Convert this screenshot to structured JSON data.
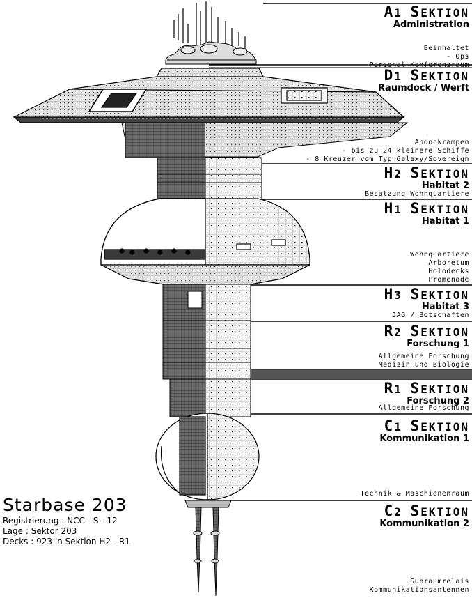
{
  "sections": [
    {
      "id": "a1",
      "code": "A1",
      "word": "Sektion",
      "subtitle": "Administration"
    },
    {
      "id": "d1",
      "code": "D1",
      "word": "Sektion",
      "subtitle": "Raumdock / Werft"
    },
    {
      "id": "h2",
      "code": "H2",
      "word": "Sektion",
      "subtitle": "Habitat 2"
    },
    {
      "id": "h1",
      "code": "H1",
      "word": "Sektion",
      "subtitle": "Habitat 1"
    },
    {
      "id": "h3",
      "code": "H3",
      "word": "Sektion",
      "subtitle": "Habitat 3"
    },
    {
      "id": "r2",
      "code": "R2",
      "word": "Sektion",
      "subtitle": "Forschung 1"
    },
    {
      "id": "r1",
      "code": "R1",
      "word": "Sektion",
      "subtitle": "Forschung 2"
    },
    {
      "id": "c1",
      "code": "C1",
      "word": "Sektion",
      "subtitle": "Kommunikation 1"
    },
    {
      "id": "c2",
      "code": "C2",
      "word": "Sektion",
      "subtitle": "Kommunikation 2"
    }
  ],
  "notes": {
    "a1": [
      "Beinhaltet",
      "- Ops",
      "- Personal Konferenzraum"
    ],
    "d1": [
      "Andockrampen",
      "- bis zu 24 kleinere Schiffe",
      "- 8 Kreuzer vom Typ Galaxy/Sovereign"
    ],
    "h2": [
      "Besatzung Wohnquartiere"
    ],
    "h1": [
      "Wohnquartiere",
      "Arboretum",
      "Holodecks",
      "Promenade"
    ],
    "h3": [
      "JAG / Botschaften"
    ],
    "r2": [
      "Allgemeine Forschung",
      "Medizin und Biologie"
    ],
    "r1": [
      "Allgemeine Forschung"
    ],
    "c1": [
      "Technik & Maschienenraum"
    ],
    "c2": [
      "Subraumrelais",
      "Kommunikationsantennen"
    ]
  },
  "station": {
    "name": "Starbase 203",
    "registration": "Registrierung : NCC - S - 12",
    "location": "Lage : Sektor 203",
    "decks": "Decks : 923 in Sektion H2 - R1"
  }
}
